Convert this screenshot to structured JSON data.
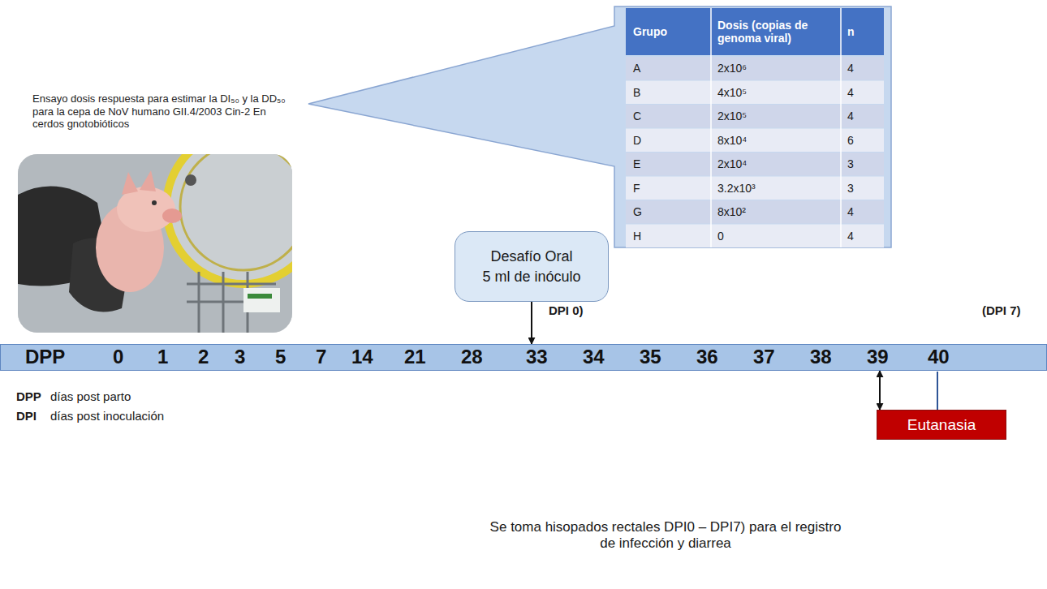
{
  "diagram": {
    "nodes": [
      {
        "text": [
          "Desafío Oral",
          "5 ml de inóculo"
        ]
      },
      {
        "text": [
          "DPP",
          "0",
          "1",
          "2",
          "3",
          "5",
          "7",
          "14",
          "21",
          "28",
          "33",
          "34",
          "35",
          "36",
          "37",
          "38",
          "39",
          "40"
        ]
      },
      {
        "text": [
          "Eutanasia"
        ]
      }
    ],
    "edges": [
      {
        "from": 0,
        "to": 1,
        "arrow": "to"
      },
      {
        "from": 1,
        "to": 2,
        "arrow": "both"
      }
    ],
    "labels": [
      "Ensayo dosis respuesta para estimar la DI₅₀ y la DD₅₀ para la cepa de NoV humano GII.4/2003 Cin-2 En cerdos gnotobióticos",
      "Grupo",
      "Dosis (copias de genoma viral)",
      "n",
      "A",
      "2x10⁶",
      "4",
      "B",
      "4x10⁵",
      "4",
      "C",
      "2x10⁵",
      "4",
      "D",
      "8x10⁴",
      "6",
      "E",
      "2x10⁴",
      "3",
      "F",
      "3.2x10³",
      "3",
      "G",
      "8x10²",
      "4",
      "H",
      "0",
      "4",
      "DPI 0)",
      "(DPI 7)",
      "DPP",
      "días post parto",
      "DPI",
      "días post inoculación",
      "Se toma hisopados rectales DPI0 – DPI7) para el registro de infección y diarrea"
    ]
  }
}
